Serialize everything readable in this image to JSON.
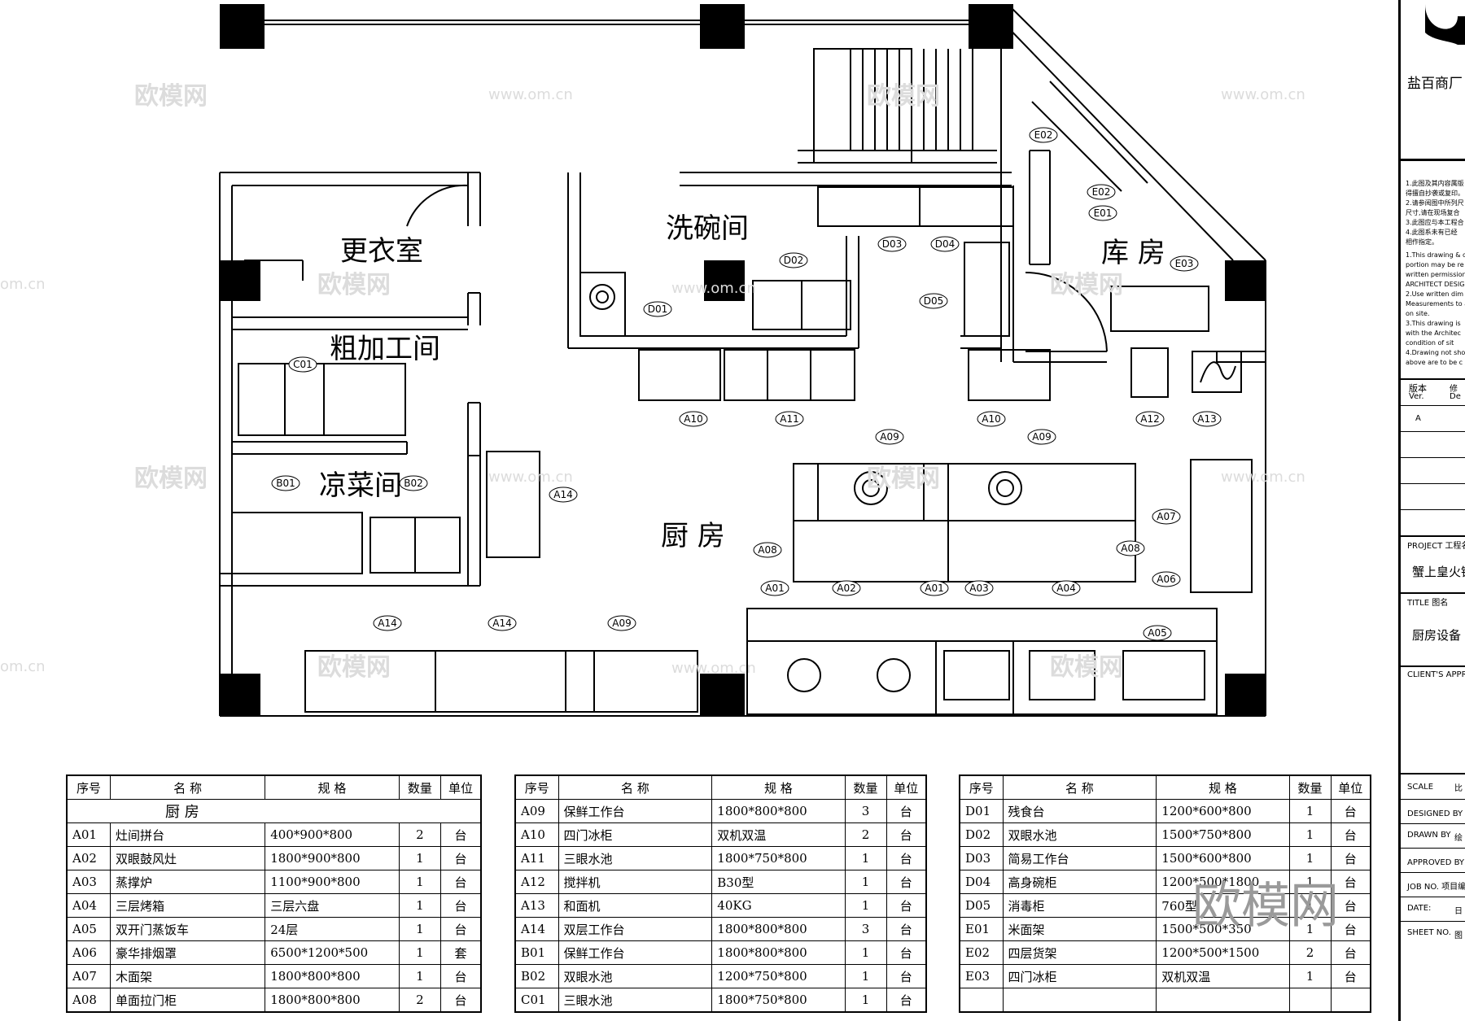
{
  "rooms": {
    "changing": "更衣室",
    "rough": "粗加工间",
    "cold": "凉菜间",
    "dish": "洗碗间",
    "store": "库 房",
    "kitchen": "厨 房"
  },
  "tags": {
    "A01": "A01",
    "A02": "A02",
    "A03": "A03",
    "A04": "A04",
    "A05": "A05",
    "A06": "A06",
    "A07": "A07",
    "A08": "A08",
    "A09": "A09",
    "A10": "A10",
    "A11": "A11",
    "A12": "A12",
    "A13": "A13",
    "A14": "A14",
    "B01": "B01",
    "B02": "B02",
    "C01": "C01",
    "D01": "D01",
    "D02": "D02",
    "D03": "D03",
    "D04": "D04",
    "D05": "D05",
    "E01": "E01",
    "E02": "E02",
    "E03": "E03"
  },
  "watermarks": {
    "logo": "欧模网",
    "site": "www.om.cn",
    "site_short": "om.cn",
    "corner": "欧模网"
  },
  "table_headers": [
    "序号",
    "名 称",
    "规 格",
    "数量",
    "单位"
  ],
  "table1": {
    "section": "厨 房",
    "rows": [
      [
        "A01",
        "灶间拼台",
        "400*900*800",
        "2",
        "台"
      ],
      [
        "A02",
        "双眼鼓风灶",
        "1800*900*800",
        "1",
        "台"
      ],
      [
        "A03",
        "蒸撑炉",
        "1100*900*800",
        "1",
        "台"
      ],
      [
        "A04",
        "三层烤箱",
        "三层六盘",
        "1",
        "台"
      ],
      [
        "A05",
        "双开门蒸饭车",
        "24层",
        "1",
        "台"
      ],
      [
        "A06",
        "豪华排烟罩",
        "6500*1200*500",
        "1",
        "套"
      ],
      [
        "A07",
        "木面架",
        "1800*800*800",
        "1",
        "台"
      ],
      [
        "A08",
        "单面拉门柜",
        "1800*800*800",
        "2",
        "台"
      ]
    ]
  },
  "table2": {
    "rows": [
      [
        "A09",
        "保鲜工作台",
        "1800*800*800",
        "3",
        "台"
      ],
      [
        "A10",
        "四门冰柜",
        "双机双温",
        "2",
        "台"
      ],
      [
        "A11",
        "三眼水池",
        "1800*750*800",
        "1",
        "台"
      ],
      [
        "A12",
        "搅拌机",
        "B30型",
        "1",
        "台"
      ],
      [
        "A13",
        "和面机",
        "40KG",
        "1",
        "台"
      ],
      [
        "A14",
        "双层工作台",
        "1800*800*800",
        "3",
        "台"
      ],
      [
        "B01",
        "保鲜工作台",
        "1800*800*800",
        "1",
        "台"
      ],
      [
        "B02",
        "双眼水池",
        "1200*750*800",
        "1",
        "台"
      ],
      [
        "C01",
        "三眼水池",
        "1800*750*800",
        "1",
        "台"
      ]
    ]
  },
  "table3": {
    "rows": [
      [
        "D01",
        "残食台",
        "1200*600*800",
        "1",
        "台"
      ],
      [
        "D02",
        "双眼水池",
        "1500*750*800",
        "1",
        "台"
      ],
      [
        "D03",
        "简易工作台",
        "1500*600*800",
        "1",
        "台"
      ],
      [
        "D04",
        "高身碗柜",
        "1200*500*1800",
        "1",
        "台"
      ],
      [
        "D05",
        "消毒柜",
        "760型",
        "1",
        "台"
      ],
      [
        "E01",
        "米面架",
        "1500*500*350",
        "1",
        "台"
      ],
      [
        "E02",
        "四层货架",
        "1200*500*1500",
        "2",
        "台"
      ],
      [
        "E03",
        "四门冰柜",
        "双机双温",
        "1",
        "台"
      ],
      [
        "",
        "",
        "",
        "",
        ""
      ]
    ]
  },
  "title_block": {
    "company": "盐百商厂",
    "notes_cn": [
      "1.此图及其内容属版",
      "得擅自抄袭或复印。",
      "2.请参阅图中所列尺",
      "尺寸,请在现场复合",
      "3.此图应与本工程合",
      "4.此图系未有已经",
      "相作指定。"
    ],
    "notes_en": [
      "1.This drawing & c",
      "portion may be re",
      "written permission",
      "ARCHITECT DESIGN",
      "2.Use written dim",
      "Measurements to a",
      "on site.",
      "3.This drawing is",
      "with the Architec",
      "condition of sit",
      "4.Drawing not sho",
      "above are to be c"
    ],
    "ver_label": "版本",
    "ver_en": "Ver.",
    "desc_label": "修",
    "desc_en": "De",
    "ver_value": "A",
    "project_label": "PROJECT 工程名",
    "project_name": "蟹上皇火锅",
    "title_label": "TITLE  图名",
    "title_name": "厨房设备",
    "client_label": "CLIENT'S APPR",
    "scale_label": "SCALE",
    "scale_value": "比",
    "designed_label": "DESIGNED BY 设",
    "drawn_label": "DRAWN BY",
    "drawn_value": "绘",
    "approved_label": "APPROVED BY 校",
    "job_label": "JOB NO. 项目编",
    "date_label": "DATE:",
    "date_value": "日",
    "sheet_label": "SHEET NO.",
    "sheet_value": "图"
  }
}
